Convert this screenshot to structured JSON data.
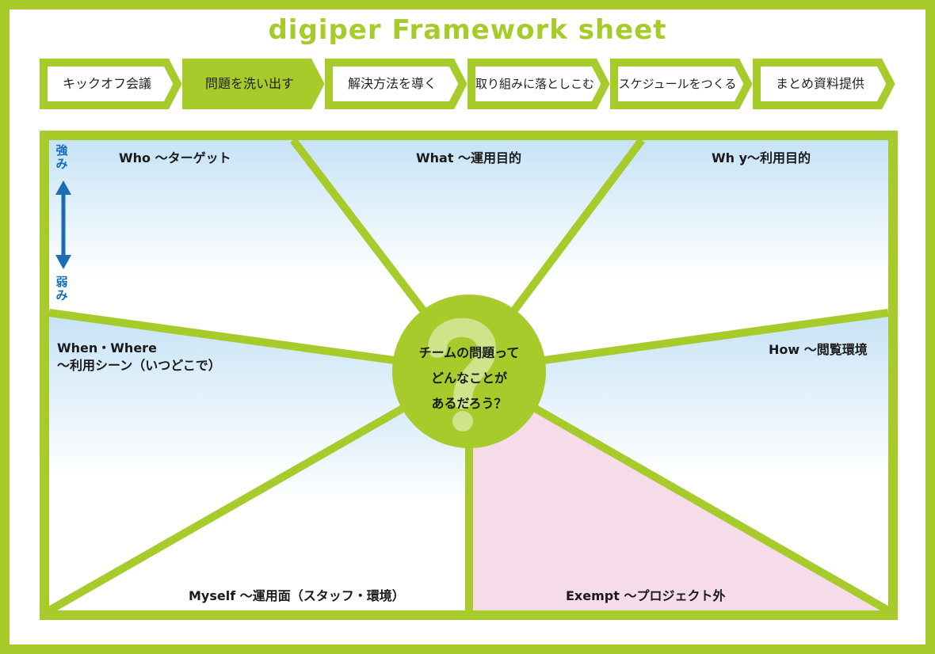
{
  "title": "digiper Framework sheet",
  "steps": [
    {
      "label": "キックオフ会議",
      "active": false
    },
    {
      "label": "問題を洗い出す",
      "active": true
    },
    {
      "label": "解決方法を導く",
      "active": false
    },
    {
      "label": "取り組みに落としこむ",
      "active": false
    },
    {
      "label": "スケジュールをつくる",
      "active": false
    },
    {
      "label": "まとめ資料提供",
      "active": false
    }
  ],
  "sections": {
    "who": "Who 〜ターゲット",
    "what": "What 〜運用目的",
    "why": "Wh y〜利用目的",
    "when_line1": "When・Where",
    "when_line2": "〜利用シーン（いつどこで）",
    "how": "How 〜閲覧環境",
    "myself": "Myself 〜運用面（スタッフ・環境）",
    "exempt": "Exempt 〜プロジェクト外"
  },
  "scale": {
    "strong": "強み",
    "weak": "弱み"
  },
  "center": {
    "line1": "チームの問題って",
    "line2": "どんなことが",
    "line3": "あるだろう？",
    "mark": "?"
  },
  "colors": {
    "green": "#a7cb2b",
    "blue": "#c6e3f6",
    "pink": "#f6dbe8",
    "arrow": "#1a6db5"
  }
}
